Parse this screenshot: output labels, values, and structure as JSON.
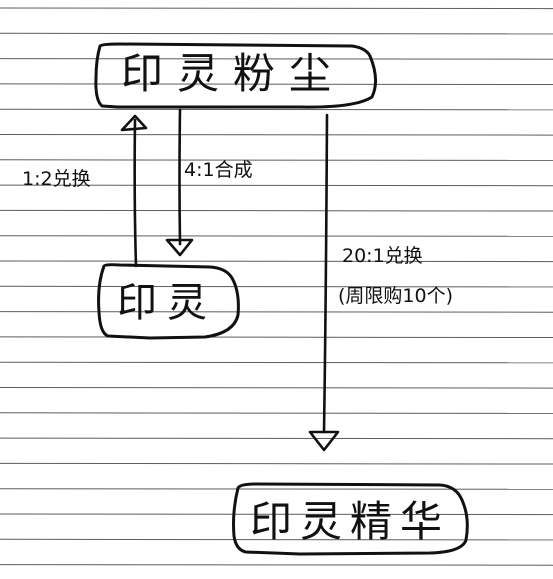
{
  "paper": {
    "line_color": "#5d5d5d",
    "ink_color": "#111111"
  },
  "nodes": {
    "powder": "印灵粉尘",
    "seal": "印灵",
    "essence": "印灵精华"
  },
  "edges": {
    "exchange_1_2": "1:2兑换",
    "synth_4_1": "4:1合成",
    "exchange_20_1": "20:1兑换",
    "weekly_limit": "(周限购10个)"
  }
}
